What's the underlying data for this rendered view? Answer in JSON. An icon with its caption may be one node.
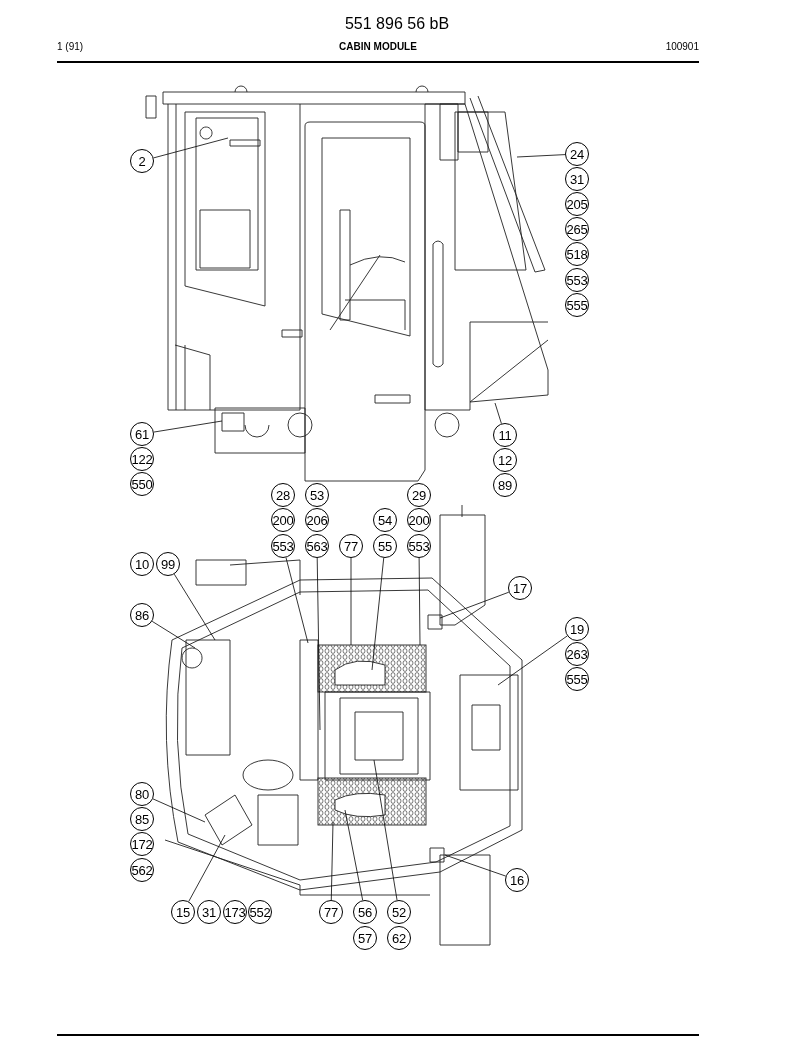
{
  "diagram": {
    "title": "551 896 56 bB",
    "nodes": [
      {
        "text": [
          "2"
        ]
      },
      {
        "text": [
          "24"
        ]
      },
      {
        "text": [
          "31"
        ]
      },
      {
        "text": [
          "205"
        ]
      },
      {
        "text": [
          "265"
        ]
      },
      {
        "text": [
          "518"
        ]
      },
      {
        "text": [
          "553"
        ]
      },
      {
        "text": [
          "555"
        ]
      },
      {
        "text": [
          "61"
        ]
      },
      {
        "text": [
          "122"
        ]
      },
      {
        "text": [
          "550"
        ]
      },
      {
        "text": [
          "11"
        ]
      },
      {
        "text": [
          "12"
        ]
      },
      {
        "text": [
          "89"
        ]
      },
      {
        "text": [
          "28"
        ]
      },
      {
        "text": [
          "200"
        ]
      },
      {
        "text": [
          "553"
        ]
      },
      {
        "text": [
          "53"
        ]
      },
      {
        "text": [
          "206"
        ]
      },
      {
        "text": [
          "563"
        ]
      },
      {
        "text": [
          "77"
        ]
      },
      {
        "text": [
          "54"
        ]
      },
      {
        "text": [
          "55"
        ]
      },
      {
        "text": [
          "29"
        ]
      },
      {
        "text": [
          "200"
        ]
      },
      {
        "text": [
          "553"
        ]
      },
      {
        "text": [
          "10"
        ]
      },
      {
        "text": [
          "99"
        ]
      },
      {
        "text": [
          "86"
        ]
      },
      {
        "text": [
          "17"
        ]
      },
      {
        "text": [
          "19"
        ]
      },
      {
        "text": [
          "263"
        ]
      },
      {
        "text": [
          "555"
        ]
      },
      {
        "text": [
          "80"
        ]
      },
      {
        "text": [
          "85"
        ]
      },
      {
        "text": [
          "172"
        ]
      },
      {
        "text": [
          "562"
        ]
      },
      {
        "text": [
          "16"
        ]
      },
      {
        "text": [
          "15"
        ]
      },
      {
        "text": [
          "31"
        ]
      },
      {
        "text": [
          "173"
        ]
      },
      {
        "text": [
          "552"
        ]
      },
      {
        "text": [
          "77"
        ]
      },
      {
        "text": [
          "56"
        ]
      },
      {
        "text": [
          "52"
        ]
      },
      {
        "text": [
          "57"
        ]
      },
      {
        "text": [
          "62"
        ]
      }
    ],
    "edges": [
      {
        "from": 0,
        "to": null,
        "arrow": "none"
      },
      {
        "from": 1,
        "to": null,
        "arrow": "none"
      },
      {
        "from": 8,
        "to": null,
        "arrow": "none"
      },
      {
        "from": 11,
        "to": null,
        "arrow": "none"
      },
      {
        "from": 16,
        "to": null,
        "arrow": "none"
      },
      {
        "from": 19,
        "to": null,
        "arrow": "none"
      },
      {
        "from": 20,
        "to": null,
        "arrow": "none"
      },
      {
        "from": 22,
        "to": null,
        "arrow": "none"
      },
      {
        "from": 25,
        "to": null,
        "arrow": "none"
      },
      {
        "from": 27,
        "to": null,
        "arrow": "none"
      },
      {
        "from": 28,
        "to": null,
        "arrow": "none"
      },
      {
        "from": 29,
        "to": null,
        "arrow": "none"
      },
      {
        "from": 30,
        "to": null,
        "arrow": "none"
      },
      {
        "from": 33,
        "to": null,
        "arrow": "none"
      },
      {
        "from": 38,
        "to": null,
        "arrow": "none"
      },
      {
        "from": 42,
        "to": null,
        "arrow": "none"
      },
      {
        "from": 43,
        "to": null,
        "arrow": "none"
      },
      {
        "from": 44,
        "to": null,
        "arrow": "none"
      },
      {
        "from": 37,
        "to": null,
        "arrow": "none"
      }
    ],
    "labels": [
      "1 (91)",
      "CABIN MODULE",
      "100901"
    ]
  }
}
